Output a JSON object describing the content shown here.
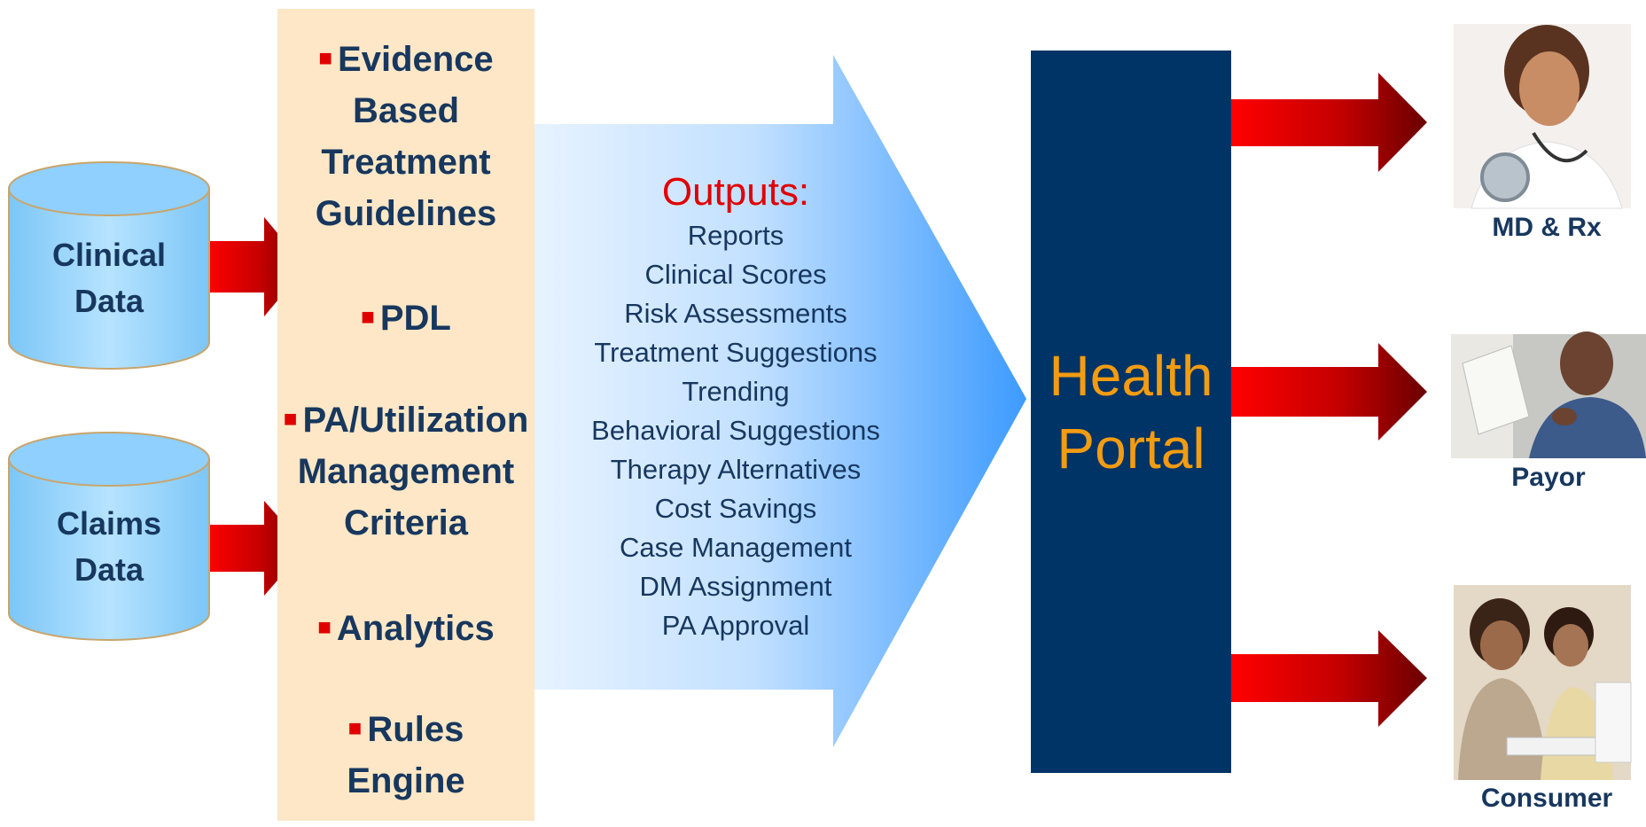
{
  "sources": [
    {
      "label_lines": [
        "Clinical",
        "Data"
      ]
    },
    {
      "label_lines": [
        "Claims",
        "Data"
      ]
    }
  ],
  "criteria": {
    "items": [
      {
        "lines": [
          "Evidence",
          "Based",
          "Treatment",
          "Guidelines"
        ]
      },
      {
        "lines": [
          "PDL"
        ]
      },
      {
        "lines": [
          "PA/Utilization",
          "Management",
          "Criteria"
        ]
      },
      {
        "lines": [
          "Analytics"
        ]
      },
      {
        "lines": [
          "Rules",
          "Engine"
        ]
      }
    ]
  },
  "outputs": {
    "title": "Outputs:",
    "items": [
      "Reports",
      "Clinical Scores",
      "Risk Assessments",
      "Treatment Suggestions",
      "Trending",
      "Behavioral Suggestions",
      "Therapy Alternatives",
      "Cost Savings",
      "Case Management",
      "DM Assignment",
      "PA Approval"
    ]
  },
  "portal": {
    "title": "Health\nPortal"
  },
  "recipients": [
    {
      "label": "MD & Rx",
      "icon": "doctor-photo-icon"
    },
    {
      "label": "Payor",
      "icon": "payor-photo-icon"
    },
    {
      "label": "Consumer",
      "icon": "consumer-photo-icon"
    }
  ],
  "colors": {
    "navy": "#003366",
    "text_navy": "#17375e",
    "red": "#e00000",
    "orange": "#f39c12",
    "peach": "#fde7c6",
    "cylinder_blue": "#8fd0ff"
  }
}
